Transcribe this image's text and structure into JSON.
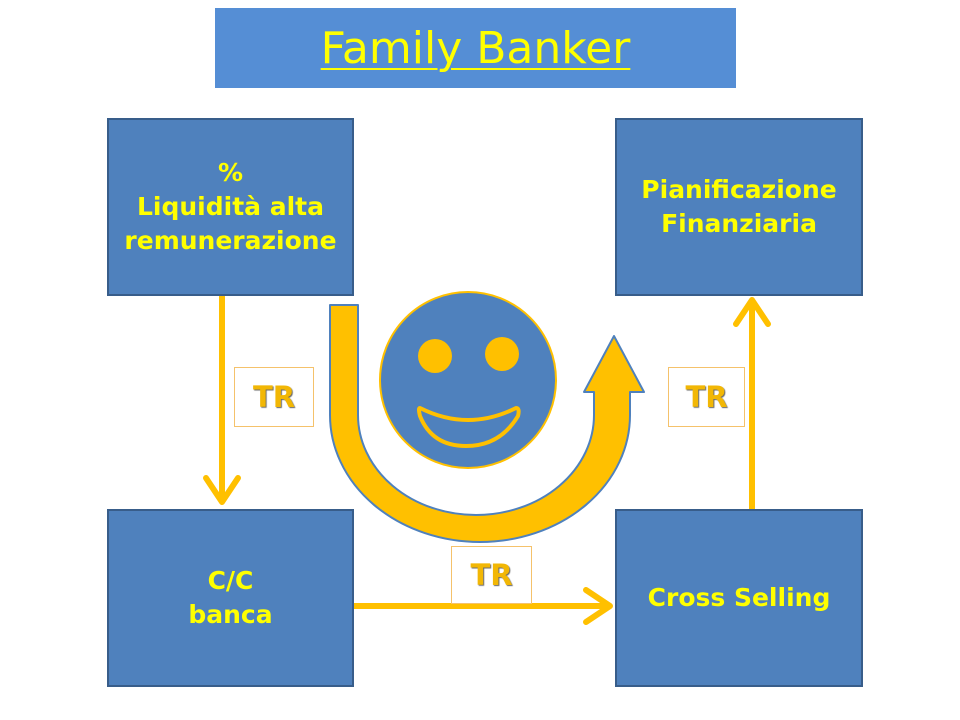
{
  "title": "Family Banker",
  "boxes": {
    "liquidity": [
      "%",
      "Liquidità alta",
      "remunerazione"
    ],
    "planning": [
      "Pianificazione",
      "Finanziaria"
    ],
    "account": [
      "C/C",
      "banca"
    ],
    "cross_selling": [
      "Cross Selling"
    ]
  },
  "labels": {
    "tr_left": "TR",
    "tr_right": "TR",
    "tr_bottom": "TR"
  },
  "colors": {
    "title_bg": "#558ed5",
    "box_fill": "#4f81bd",
    "box_border": "#385d8a",
    "text_accent": "#ffff00",
    "arrow": "#ffc000"
  }
}
